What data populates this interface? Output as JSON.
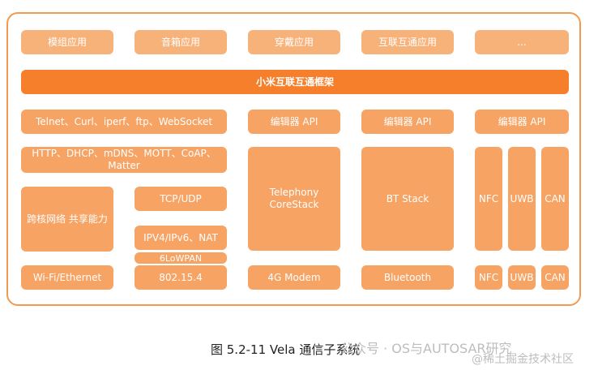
{
  "apps": [
    "模组应用",
    "音箱应用",
    "穿戴应用",
    "互联互通应用",
    "..."
  ],
  "framework": "小米互联互通框架",
  "left_stack": {
    "protocols_1": "Telnet、Curl、iperf、ftp、WebSocket",
    "protocols_2": "HTTP、DHCP、mDNS、MOTT、CoAP、\nMatter",
    "cross_core": "跨核网络 共享能力",
    "tcp_udp": "TCP/UDP",
    "ipv4_ipv6": "IPV4/IPv6、NAT",
    "lowpan": "6LoWPAN",
    "wifi": "Wi-Fi/Ethernet",
    "ieee": "802.15.4"
  },
  "telephony": {
    "api": "编辑器 API",
    "stack": "Telephony\nCoreStack",
    "bottom": "4G Modem"
  },
  "bt": {
    "api": "编辑器 API",
    "stack": "BT Stack",
    "bottom": "Bluetooth"
  },
  "misc": {
    "api": "编辑器 API",
    "stacks": [
      "NFC",
      "UWB",
      "CAN"
    ],
    "bottoms": [
      "NFC",
      "UWB",
      "CAN"
    ]
  },
  "caption": "图 5.2-11 Vela 通信子系统",
  "watermark_1": "公众号 · OS与AUTOSAR研究",
  "watermark_2": "@稀土掘金技术社区",
  "colors": {
    "frame": "#f39a52",
    "light": "#f7b27a",
    "mid": "#f6a363",
    "dark": "#f67f2b"
  }
}
